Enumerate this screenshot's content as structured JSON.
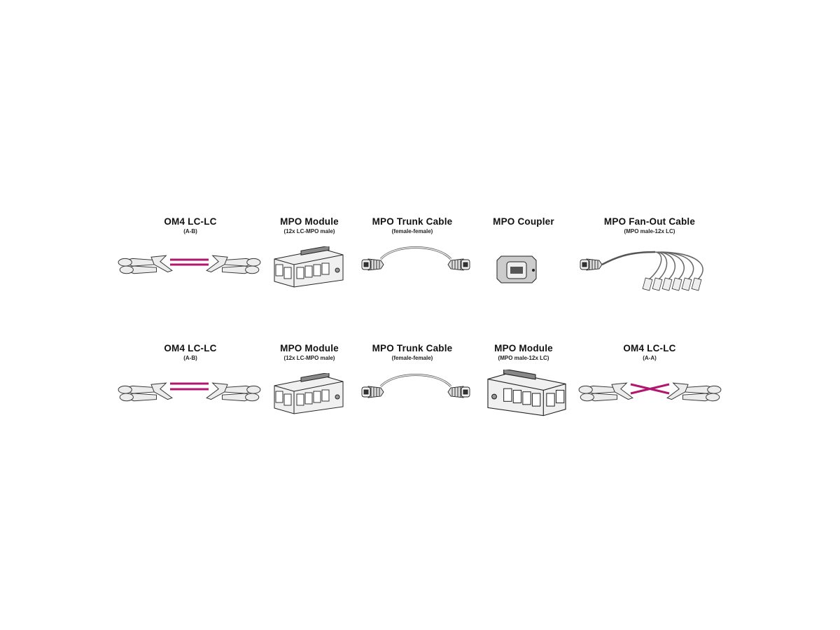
{
  "colors": {
    "fiber": "#b0176f",
    "background": "#ffffff",
    "text": "#111111"
  },
  "rows": [
    {
      "items": [
        {
          "title": "OM4 LC-LC",
          "subtitle": "(A-B)",
          "icon": "lc-lc-patch-cable-straight"
        },
        {
          "title": "MPO Module",
          "subtitle": "(12x LC-MPO male)",
          "icon": "mpo-module"
        },
        {
          "title": "MPO Trunk Cable",
          "subtitle": "(female-female)",
          "icon": "mpo-trunk-cable"
        },
        {
          "title": "MPO Coupler",
          "subtitle": "",
          "icon": "mpo-coupler"
        },
        {
          "title": "MPO Fan-Out Cable",
          "subtitle": "(MPO male-12x LC)",
          "icon": "mpo-fanout-cable"
        }
      ]
    },
    {
      "items": [
        {
          "title": "OM4 LC-LC",
          "subtitle": "(A-B)",
          "icon": "lc-lc-patch-cable-straight"
        },
        {
          "title": "MPO Module",
          "subtitle": "(12x LC-MPO male)",
          "icon": "mpo-module"
        },
        {
          "title": "MPO Trunk Cable",
          "subtitle": "(female-female)",
          "icon": "mpo-trunk-cable"
        },
        {
          "title": "MPO Module",
          "subtitle": "(MPO male-12x LC)",
          "icon": "mpo-module-mirrored"
        },
        {
          "title": "OM4 LC-LC",
          "subtitle": "(A-A)",
          "icon": "lc-lc-patch-cable-crossed"
        }
      ]
    }
  ]
}
